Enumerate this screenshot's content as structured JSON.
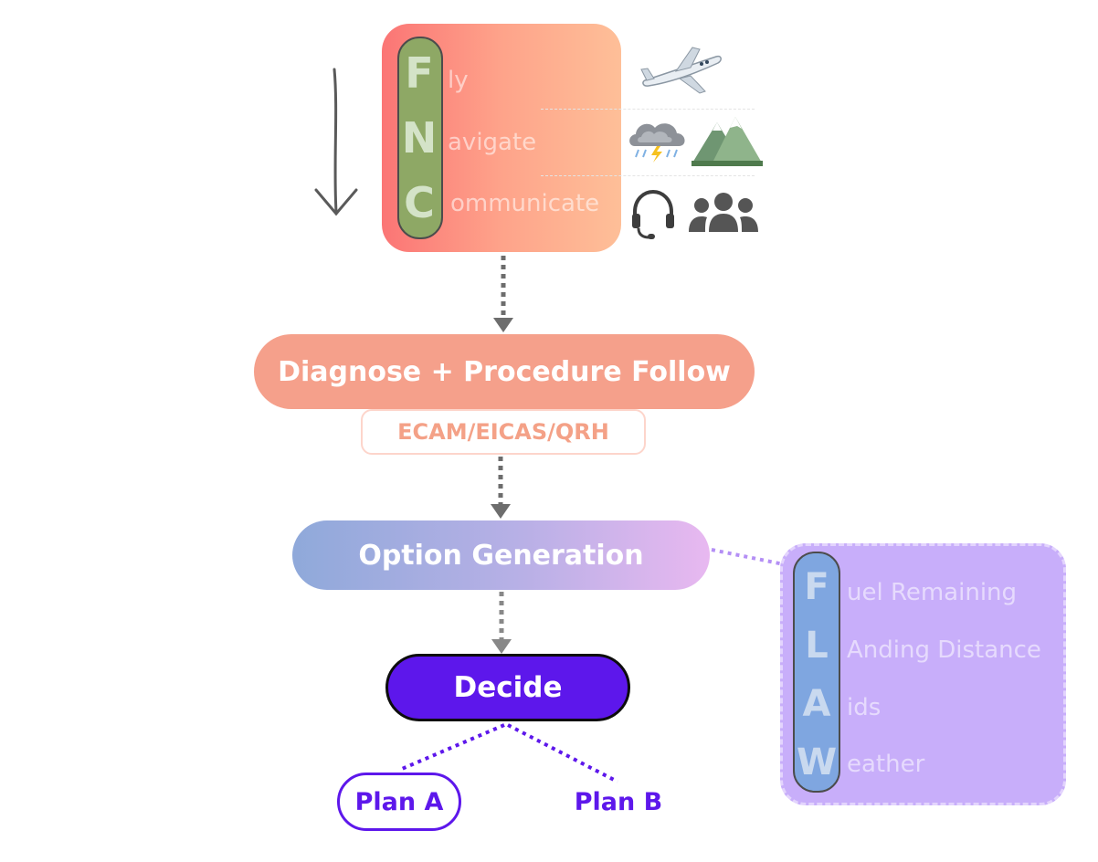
{
  "fnc": {
    "letters": [
      "F",
      "N",
      "C"
    ],
    "words": [
      "ly",
      "avigate",
      "ommunicate"
    ],
    "icons": [
      "airplane-icon",
      "storm-cloud-icon",
      "mountains-icon",
      "headset-icon",
      "group-icon"
    ]
  },
  "steps": {
    "diagnose": "Diagnose + Procedure Follow",
    "references": "ECAM/EICAS/QRH",
    "options": "Option Generation",
    "decide": "Decide",
    "plan_a": "Plan A",
    "plan_b": "Plan B"
  },
  "flaw": {
    "letters": [
      "F",
      "L",
      "A",
      "W"
    ],
    "words": [
      "uel Remaining",
      "Anding Distance",
      "ids",
      "eather"
    ]
  },
  "colors": {
    "fnc_gradient": [
      "#fb7575",
      "#febf98"
    ],
    "fnc_pill": "#8ea865",
    "diagnose": "#f5a08b",
    "decide": "#5d17eb",
    "flaw": "#c8aefa",
    "flaw_pill": "#7fa6e0",
    "connector": "#6d6d6d"
  }
}
